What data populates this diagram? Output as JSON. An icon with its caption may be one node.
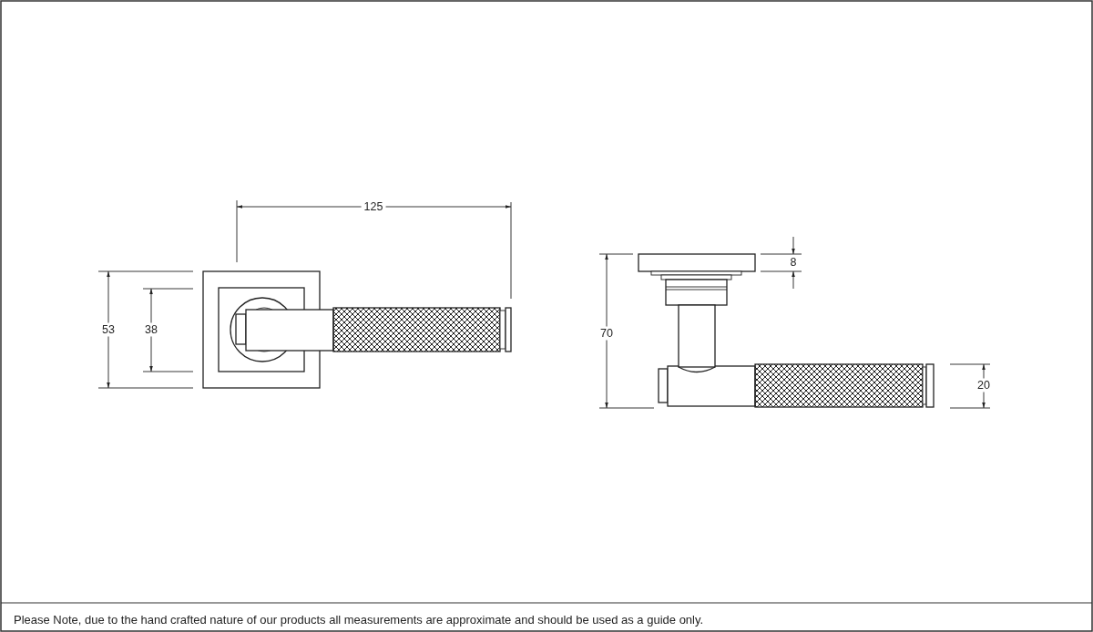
{
  "diagram": {
    "labels": [
      "125",
      "53",
      "38",
      "8",
      "70",
      "20"
    ],
    "caption": "Please Note, due to the hand crafted nature of our products all measurements are approximate and should be used as a guide only."
  }
}
